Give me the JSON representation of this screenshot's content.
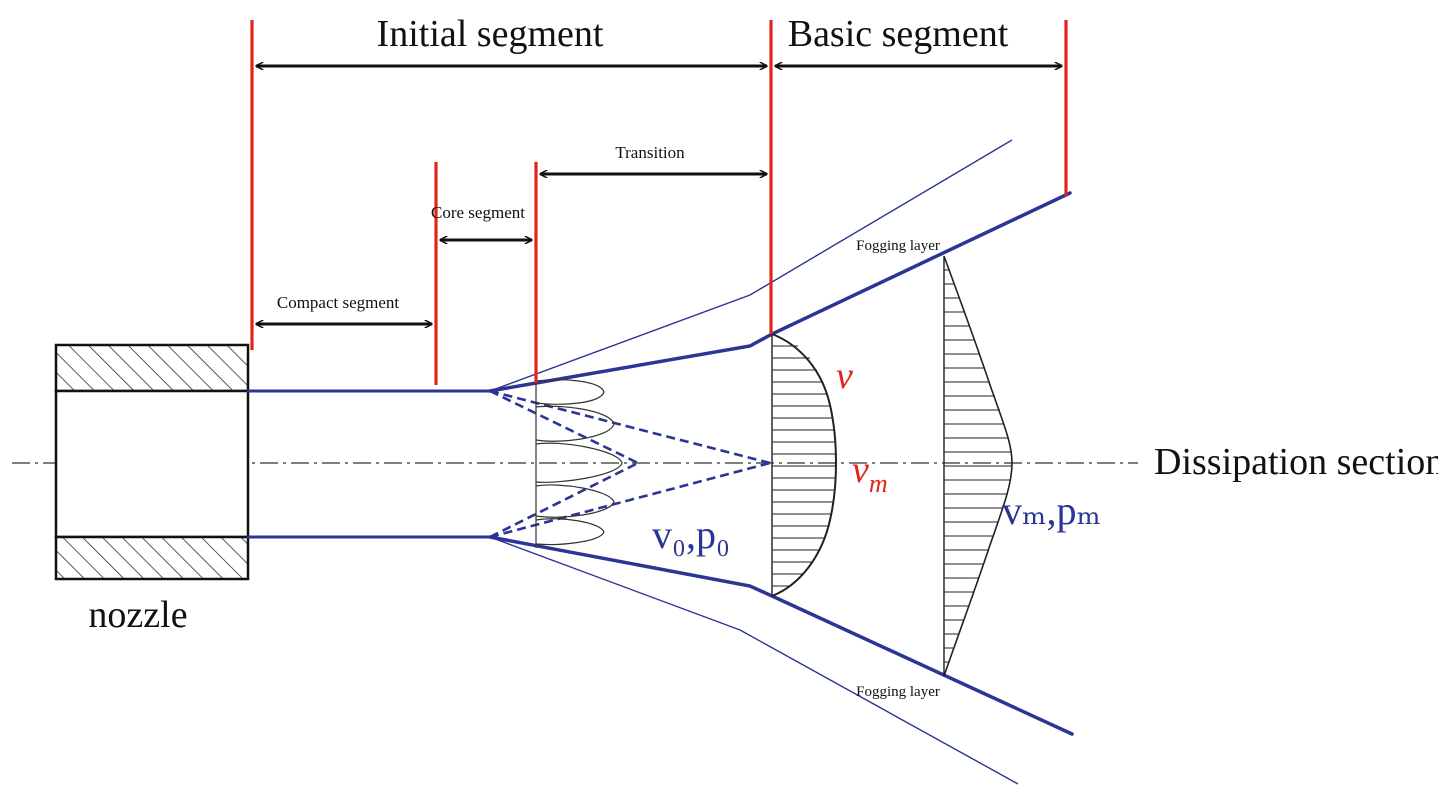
{
  "labels": {
    "initial_segment": "Initial segment",
    "basic_segment": "Basic segment",
    "transition": "Transition",
    "core_segment": "Core segment",
    "compact_segment": "Compact segment",
    "fogging_layer_top": "Fogging layer",
    "fogging_layer_bottom": "Fogging layer",
    "dissipation_section": "Dissipation section",
    "nozzle": "nozzle",
    "v": "v",
    "vm_base": "v",
    "vm_sub": "m",
    "v0p0": "v₀,p₀",
    "vmpm": "vₘ,pₘ"
  },
  "colors": {
    "boundary_red": "#e1251b",
    "jet_blue": "#2a3594",
    "arrow_black": "#111111",
    "hatch": "#333333"
  }
}
